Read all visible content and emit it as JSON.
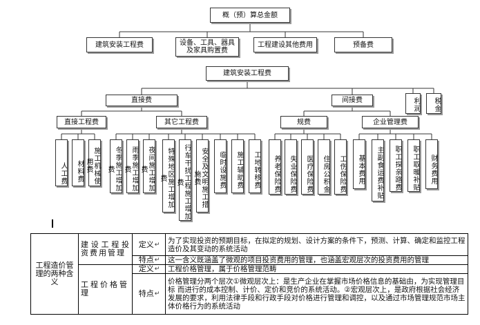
{
  "diagram": {
    "root": "概（预）算总金额",
    "level1": [
      "建筑安装工程费",
      "设备、工具、器具及家具购置费",
      "工程建设其他费用",
      "预备费"
    ],
    "sub_root": "建筑安装工程费",
    "level2": [
      "直接费",
      "间接费",
      "利润",
      "税金"
    ],
    "direct_children": [
      "直接工程费",
      "其它工程费"
    ],
    "direct_engineering_items": [
      "人工费",
      "材料费",
      "施工机械使用费"
    ],
    "other_engineering_items": [
      "冬季施工增加费",
      "雨季施工增加费",
      "夜间施工增加费",
      "特殊地区施工增加费",
      "行车干扰工程施工增加费",
      "安全及文明施工措施费",
      "临时设施费",
      "施工辅助费",
      "工地转移费"
    ],
    "indirect_children": [
      "规费",
      "企业管理费"
    ],
    "fee_items": [
      "养老保险费",
      "失业保险费",
      "医疗保险费",
      "住房公积金",
      "工伤保险费"
    ],
    "management_items": [
      "基本费用",
      "主副食运费补贴",
      "职工探亲路费",
      "职工取暖补贴",
      "财务费用"
    ]
  },
  "table": {
    "main_title": "工程造价管理的两种含义",
    "row1_title": "建设工程投资费用管理",
    "row2_title": "工程价格管理",
    "def_label": "定义",
    "feature_label": "特点",
    "row1_def": "为了实现投资的预期目标，在拟定的规划、设计方案的条件下，预测、计算、确定和监控工程造价及其变动的系统活动",
    "row1_feature": "这一含义既涵盖了微观的项目投资费用的管理，也涵盖宏观层次的投资费用的管理",
    "row2_def": "工程价格管理，属于价格管理范畴",
    "row2_feature": "价格管理分两个层次①微观层次上：是生产企业在掌握市场价格信息的基础由，为实现管理目标 而进行的成本控制、计价、定价和竞价的系统活动。②宏观层次上，是政府根据社会经济发展的要求，利用法律手段和行政手段对价格进行管理和调控，以及通过市场管理规范市场主体价格行为的系统活动",
    "return_mark": "↵"
  }
}
